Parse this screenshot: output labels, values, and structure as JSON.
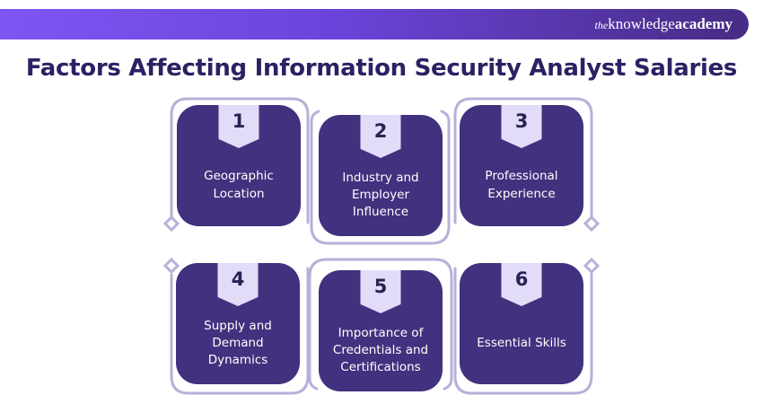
{
  "header": {
    "logo_the": "the",
    "logo_knowledge": "knowledge",
    "logo_academy": "academy"
  },
  "title": "Factors Affecting Information Security Analyst Salaries",
  "cards": [
    {
      "number": "1",
      "label": "Geographic Location"
    },
    {
      "number": "2",
      "label": "Industry and Employer Influence"
    },
    {
      "number": "3",
      "label": "Professional Experience"
    },
    {
      "number": "4",
      "label": "Supply and Demand Dynamics"
    },
    {
      "number": "5",
      "label": "Importance of Credentials and Certifications"
    },
    {
      "number": "6",
      "label": "Essential Skills"
    }
  ],
  "colors": {
    "header_gradient_start": "#7e56f3",
    "header_gradient_end": "#472c84",
    "card_background": "#42317e",
    "ribbon_background": "#e2dcf8",
    "number_text": "#2a2153",
    "title_text": "#2b2163",
    "card_text": "#ffffff",
    "outline_stroke": "#b6b1d9",
    "page_background": "#ffffff"
  }
}
